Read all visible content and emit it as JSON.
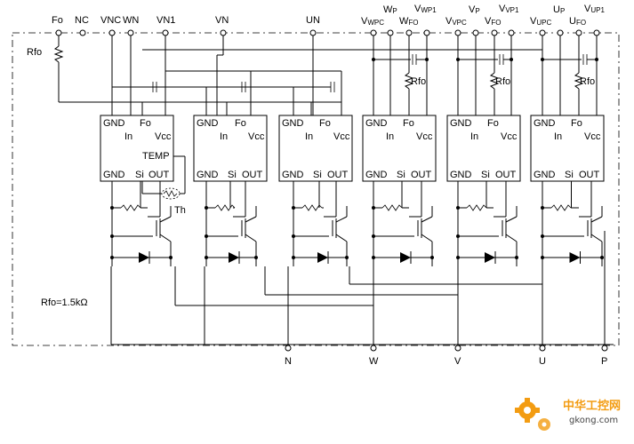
{
  "top_terminals": {
    "fo": "Fo",
    "nc": "NC",
    "vnc": "VNC",
    "wn": "WN",
    "vn1": "VN1",
    "vn": "VN",
    "un": "UN",
    "vwpc_main": "V",
    "vwpc_sub": "WPC",
    "wp_main": "W",
    "wp_sub": "P",
    "wfo_main": "W",
    "wfo_sub": "FO",
    "vwp1_main": "V",
    "vwp1_sub": "WP1",
    "vvpc_main": "V",
    "vvpc_sub": "VPC",
    "vp_main": "V",
    "vp_sub": "P",
    "vfo_main": "V",
    "vfo_sub": "FO",
    "vvp1_main": "V",
    "vvp1_sub": "VP1",
    "vupc_main": "V",
    "vupc_sub": "UPC",
    "up_main": "U",
    "up_sub": "P",
    "ufo_main": "U",
    "ufo_sub": "FO",
    "vup1_main": "V",
    "vup1_sub": "UP1"
  },
  "bottom_terminals": {
    "n": "N",
    "w": "W",
    "v": "V",
    "u": "U",
    "p": "P"
  },
  "resistor_label": "Rfo",
  "resistor_value_note": "Rfo=1.5kΩ",
  "thermistor_label": "Th",
  "ic_pins": {
    "gnd": "GND",
    "fo": "Fo",
    "in": "In",
    "vcc": "Vcc",
    "temp": "TEMP",
    "si": "Si",
    "out": "OUT"
  },
  "watermark": {
    "brand": "中华工控网",
    "url": "gkong.com"
  },
  "colors": {
    "ink": "#000000",
    "watermark_orange": "#f39c12",
    "paper": "#ffffff"
  }
}
